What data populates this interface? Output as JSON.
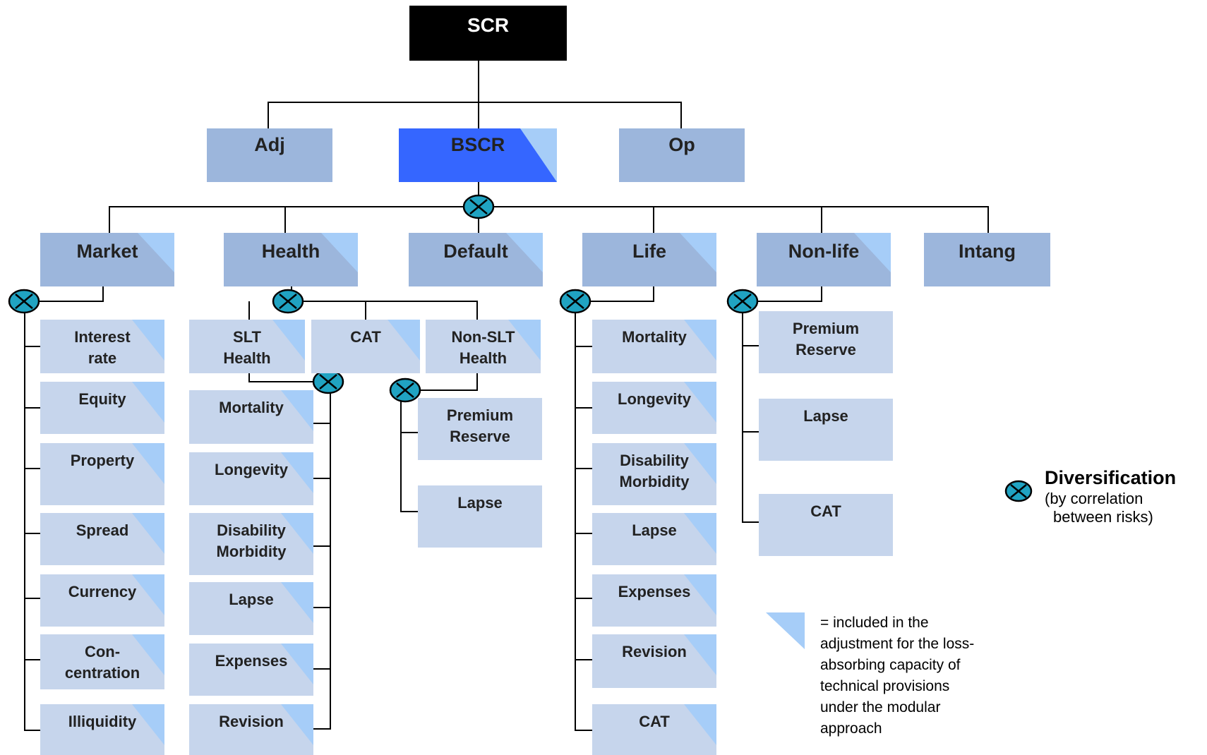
{
  "root": {
    "label": "SCR"
  },
  "level1": [
    {
      "id": "adj",
      "label": "Adj",
      "triangle": false
    },
    {
      "id": "bscr",
      "label": "BSCR",
      "triangle": true
    },
    {
      "id": "op",
      "label": "Op",
      "triangle": false
    }
  ],
  "modules": [
    {
      "id": "market",
      "label": "Market",
      "triangle": true
    },
    {
      "id": "health",
      "label": "Health",
      "triangle": true
    },
    {
      "id": "default",
      "label": "Default",
      "triangle": true
    },
    {
      "id": "life",
      "label": "Life",
      "triangle": true
    },
    {
      "id": "nonlife",
      "label": "Non-life",
      "triangle": true
    },
    {
      "id": "intang",
      "label": "Intang",
      "triangle": false
    }
  ],
  "market_submodules": [
    "Interest\nrate",
    "Equity",
    "Property",
    "Spread",
    "Currency",
    "Con-\ncentration",
    "Illiquidity"
  ],
  "health_groups": [
    "SLT\nHealth",
    "CAT",
    "Non-SLT\nHealth"
  ],
  "slt_health_submodules": [
    "Mortality",
    "Longevity",
    "Disability\nMorbidity",
    "Lapse",
    "Expenses",
    "Revision"
  ],
  "nonslt_health_submodules": [
    "Premium\nReserve",
    "Lapse"
  ],
  "life_submodules": [
    "Mortality",
    "Longevity",
    "Disability\nMorbidity",
    "Lapse",
    "Expenses",
    "Revision",
    "CAT"
  ],
  "nonlife_submodules": [
    "Premium\nReserve",
    "Lapse",
    "CAT"
  ],
  "legend": {
    "diversification_title": "Diversification",
    "diversification_sub1": "(by correlation",
    "diversification_sub2": "between risks)",
    "triangle_text": "= included in the\nadjustment for the loss-\nabsorbing capacity of\ntechnical provisions\nunder the modular\napproach"
  },
  "colors": {
    "root_fill": "#000000",
    "bscr_fill": "#3566ff",
    "module_fill": "#9cb6dc",
    "leaf_fill": "#c6d5ec",
    "triangle_fill": "#a6cdf8",
    "diversification_fill": "#20a3c2"
  }
}
